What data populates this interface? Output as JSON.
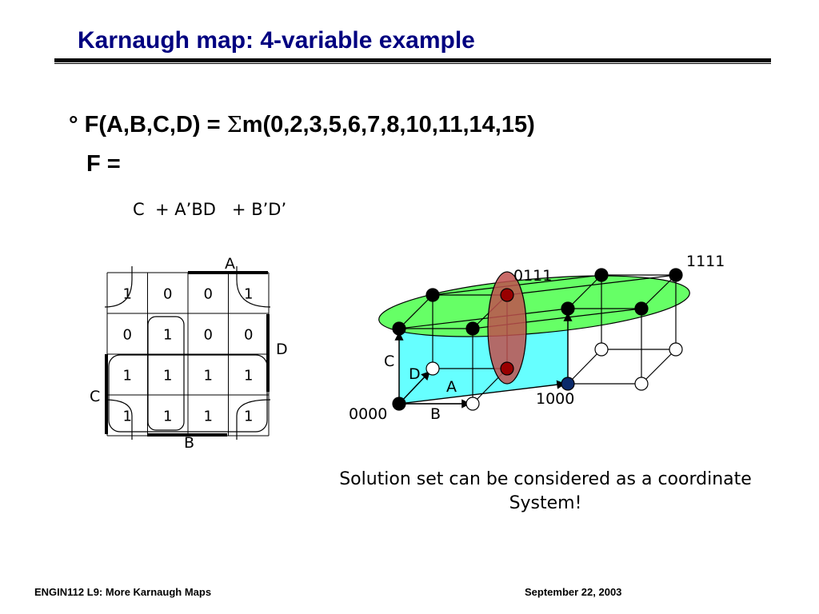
{
  "title": "Karnaugh map: 4-variable example",
  "bullet": {
    "marker": "°",
    "function_prefix": "F(A,B,C,D) = ",
    "sigma": "Σ",
    "minterms": "m(0,2,3,5,6,7,8,10,11,14,15)"
  },
  "f_label": "F =",
  "expression": "C  + A’BD   + B’D’",
  "kmap": {
    "cells": [
      [
        "1",
        "0",
        "0",
        "1"
      ],
      [
        "0",
        "1",
        "0",
        "0"
      ],
      [
        "1",
        "1",
        "1",
        "1"
      ],
      [
        "1",
        "1",
        "1",
        "1"
      ]
    ],
    "labels": {
      "A": "A",
      "B": "B",
      "C": "C",
      "D": "D"
    }
  },
  "cube": {
    "vertex_labels": {
      "v0000": "0000",
      "v1000": "1000",
      "v0111": "0111",
      "v1111": "1111"
    },
    "axis_labels": {
      "A": "A",
      "B": "B",
      "C": "C",
      "D": "D"
    },
    "colors": {
      "top_plane": "#66ff66",
      "front_face": "#66ffff",
      "ellipse_red": "#c0504d",
      "point_red": "#990000",
      "point_blue": "#0b2a6b"
    }
  },
  "caption": {
    "line1": "Solution set can be considered as a coordinate",
    "line2": "System!"
  },
  "footer": {
    "left": "ENGIN112  L9: More Karnaugh Maps",
    "right": "September 22, 2003"
  }
}
